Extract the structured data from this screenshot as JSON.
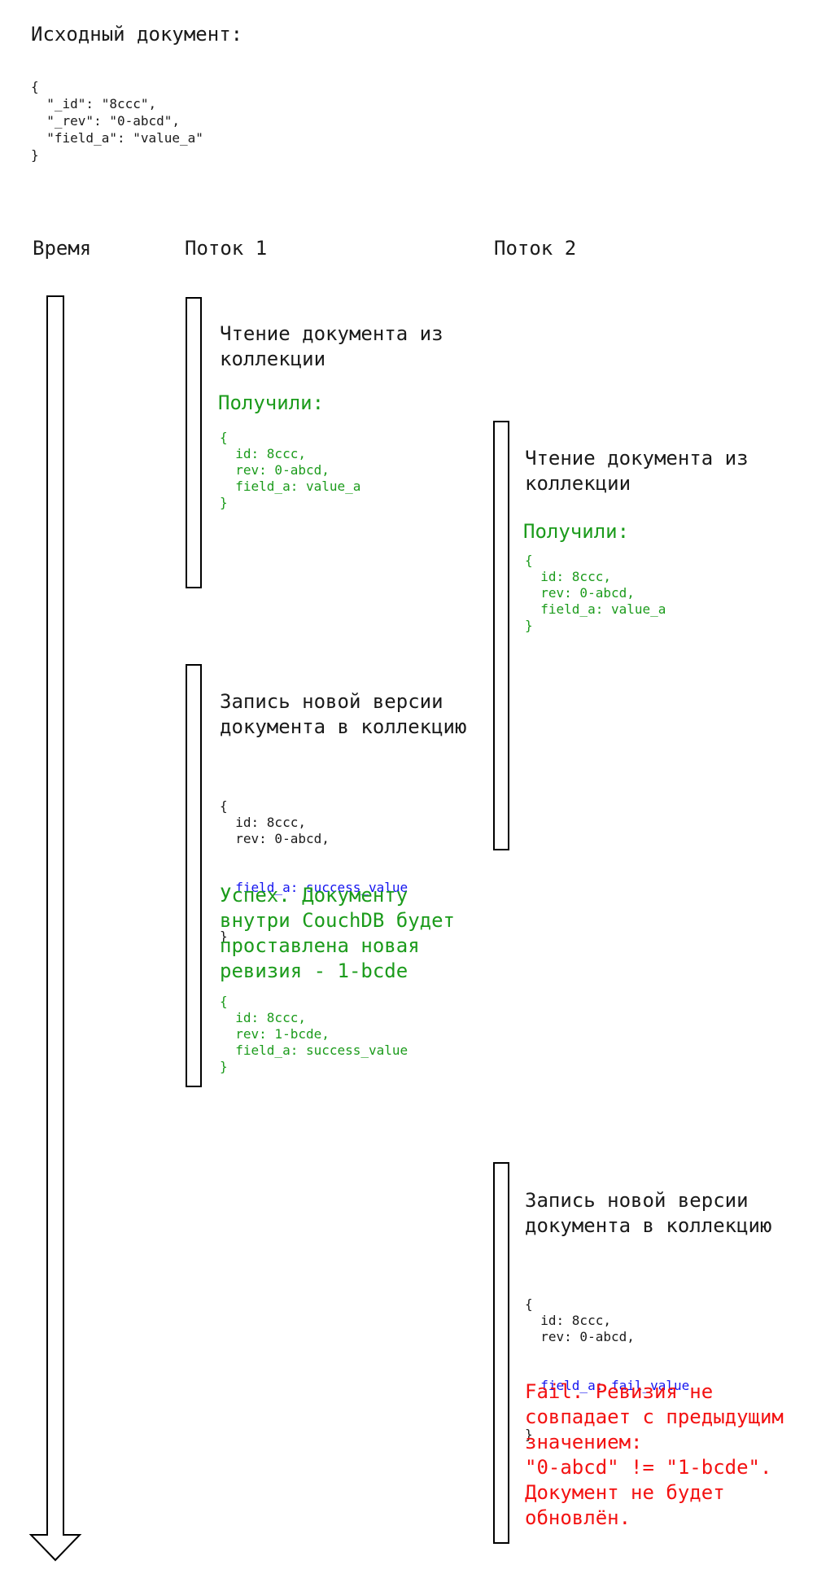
{
  "intro": {
    "title": "Исходный документ:",
    "code": "{\n  \"_id\": \"8ccc\",\n  \"_rev\": \"0-abcd\",\n  \"field_a\": \"value_a\"\n}"
  },
  "columns": {
    "time": "Время",
    "thread1": "Поток 1",
    "thread2": "Поток 2"
  },
  "thread1": {
    "read_action": "Чтение документа из\nколлекции",
    "read_result_label": "Получили:",
    "read_result_code": "{\n  id: 8ccc,\n  rev: 0-abcd,\n  field_a: value_a\n}",
    "write_action": "Запись новой версии\nдокумента в коллекцию",
    "write_code_head": "{\n  id: 8ccc,\n  rev: 0-abcd,",
    "write_code_changed": "  field_a: success_value",
    "write_code_tail": "}",
    "write_status": "Успех. Документу\nвнутри CouchDB будет\nпроставлена новая\nревизия - 1-bcde",
    "write_result_code": "{\n  id: 8ccc,\n  rev: 1-bcde,\n  field_a: success_value\n}"
  },
  "thread2": {
    "read_action": "Чтение документа из\nколлекции",
    "read_result_label": "Получили:",
    "read_result_code": "{\n  id: 8ccc,\n  rev: 0-abcd,\n  field_a: value_a\n}",
    "write_action": "Запись новой версии\nдокумента в коллекцию",
    "write_code_head": "{\n  id: 8ccc,\n  rev: 0-abcd,",
    "write_code_changed": "  field_a: fail_value",
    "write_code_tail": "}",
    "write_status": "Fail. Ревизия не\nсовпадает с предыдущим\nзначением:\n\"0-abcd\" != \"1-bcde\".\nДокумент не будет\nобновлён."
  },
  "colors": {
    "success_green": "#1b9b1b",
    "changed_blue": "#1414f0",
    "fail_red": "#f31111",
    "text_black": "#1a1a1a"
  }
}
